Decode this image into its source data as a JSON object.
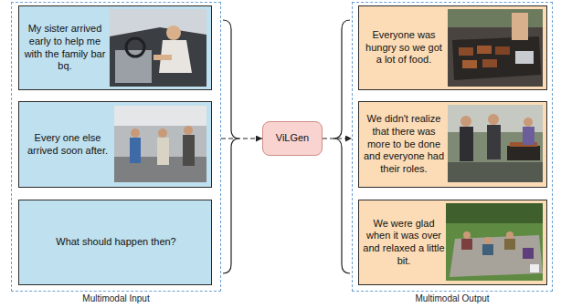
{
  "diagram": {
    "nodes": [
      {
        "text": [
          "Multimodal Input"
        ]
      },
      {
        "text": [
          "My sister arrived early to help me with the family bar bq."
        ],
        "in": 0
      },
      {
        "text": [
          "Every one else arrived soon after."
        ],
        "in": 0
      },
      {
        "text": [
          "What should happen then?"
        ],
        "in": 0
      },
      {
        "text": [
          "ViLGen"
        ]
      },
      {
        "text": [
          "Multimodal Output"
        ]
      },
      {
        "text": [
          "Everyone was hungry so we got a lot of food."
        ],
        "in": 5
      },
      {
        "text": [
          "We didn't realize that there was more to be done and everyone had their roles."
        ],
        "in": 5
      },
      {
        "text": [
          "We were glad when it was over and relaxed a little bit."
        ],
        "in": 5
      }
    ],
    "edges": [
      {
        "from": 0,
        "to": 4,
        "arrow": "to"
      },
      {
        "from": 4,
        "to": 5,
        "arrow": "to"
      }
    ]
  }
}
